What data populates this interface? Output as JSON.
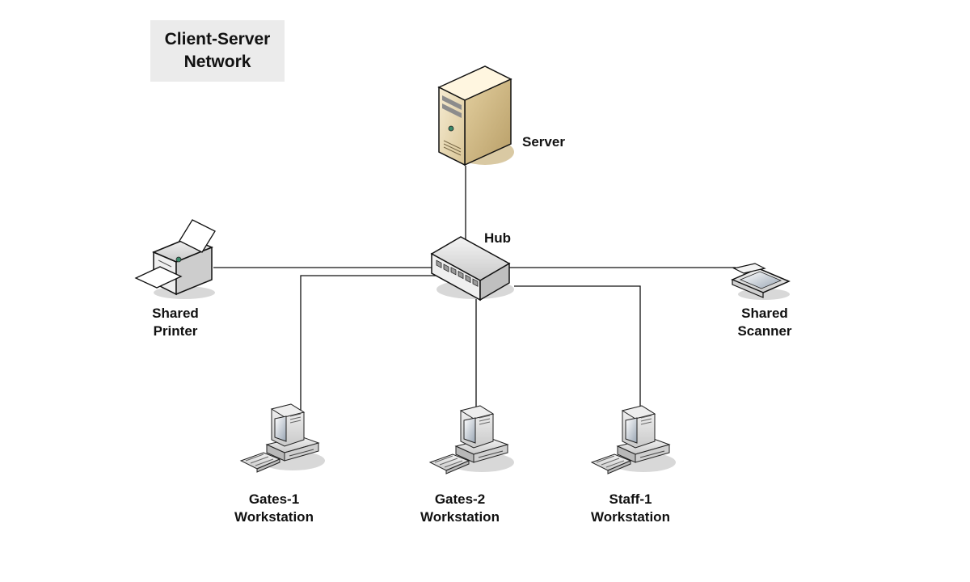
{
  "title": {
    "line1": "Client-Server",
    "line2": "Network"
  },
  "nodes": {
    "server": {
      "label": "Server"
    },
    "hub": {
      "label": "Hub"
    },
    "printer": {
      "line1": "Shared",
      "line2": "Printer"
    },
    "scanner": {
      "line1": "Shared",
      "line2": "Scanner"
    },
    "ws1": {
      "line1": "Gates-1",
      "line2": "Workstation"
    },
    "ws2": {
      "line1": "Gates-2",
      "line2": "Workstation"
    },
    "ws3": {
      "line1": "Staff-1",
      "line2": "Workstation"
    }
  },
  "colors": {
    "server_body": "#ead9b3",
    "device": "#e6e6e6",
    "shadow": "#d8d8d8",
    "link": "#111111"
  }
}
